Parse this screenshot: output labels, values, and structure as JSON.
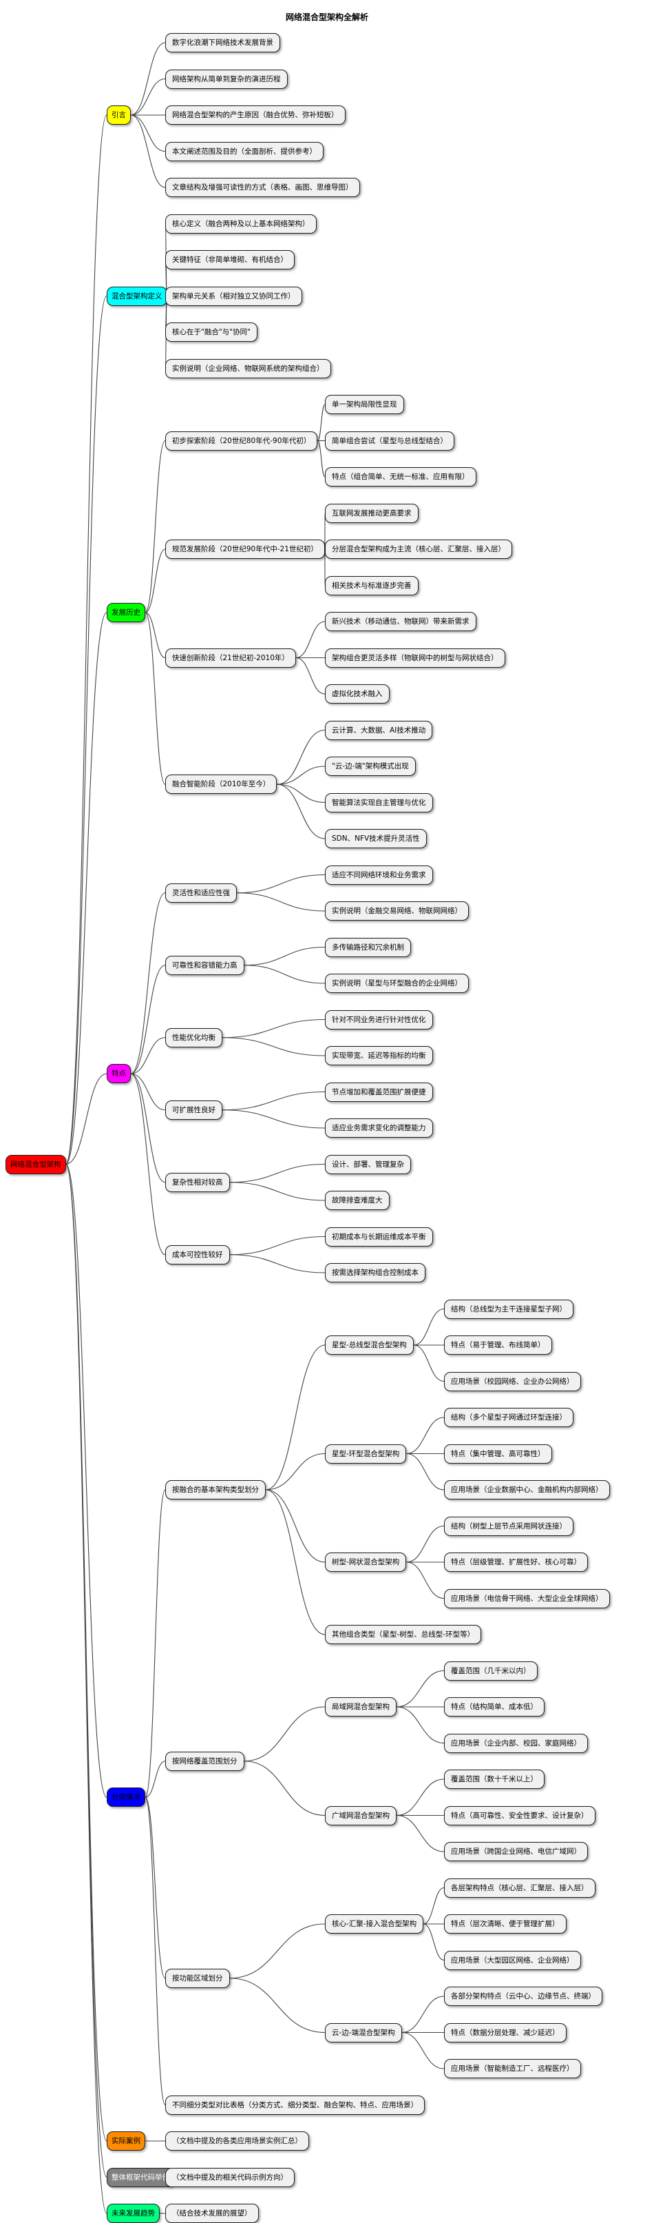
{
  "title": "网络混合型架构全解析",
  "root": {
    "label": "网络混合型架构",
    "color": "#ff0000"
  },
  "branches": [
    {
      "label": "引言",
      "color": "#ffff00",
      "children": [
        {
          "label": "数字化浪潮下网络技术发展背景"
        },
        {
          "label": "网络架构从简单到复杂的演进历程"
        },
        {
          "label": "网络混合型架构的产生原因（融合优势、弥补短板）"
        },
        {
          "label": "本文阐述范围及目的（全面剖析、提供参考）"
        },
        {
          "label": "文章结构及增强可读性的方式（表格、画图、思维导图）"
        }
      ]
    },
    {
      "label": "混合型架构定义",
      "color": "#00ffff",
      "children": [
        {
          "label": "核心定义（融合两种及以上基本网络架构）"
        },
        {
          "label": "关键特征（非简单堆砌、有机结合）"
        },
        {
          "label": "架构单元关系（相对独立又协同工作）"
        },
        {
          "label": "核心在于\"融合\"与\"协同\""
        },
        {
          "label": "实例说明（企业网络、物联网系统的架构组合）"
        }
      ]
    },
    {
      "label": "发展历史",
      "color": "#00ff00",
      "children": [
        {
          "label": "初步探索阶段（20世纪80年代-90年代初）",
          "children": [
            {
              "label": "单一架构局限性显现"
            },
            {
              "label": "简单组合尝试（星型与总线型结合）"
            },
            {
              "label": "特点（组合简单、无统一标准、应用有限）"
            }
          ]
        },
        {
          "label": "规范发展阶段（20世纪90年代中-21世纪初）",
          "children": [
            {
              "label": "互联网发展推动更高要求"
            },
            {
              "label": "分层混合型架构成为主流（核心层、汇聚层、接入层）"
            },
            {
              "label": "相关技术与标准逐步完善"
            }
          ]
        },
        {
          "label": "快速创新阶段（21世纪初-2010年）",
          "children": [
            {
              "label": "新兴技术（移动通信、物联网）带来新需求"
            },
            {
              "label": "架构组合更灵活多样（物联网中的树型与网状结合）"
            },
            {
              "label": "虚拟化技术融入"
            }
          ]
        },
        {
          "label": "融合智能阶段（2010年至今）",
          "children": [
            {
              "label": "云计算、大数据、AI技术推动"
            },
            {
              "label": "\"云-边-端\"架构模式出现"
            },
            {
              "label": "智能算法实现自主管理与优化"
            },
            {
              "label": "SDN、NFV技术提升灵活性"
            }
          ]
        }
      ]
    },
    {
      "label": "特点",
      "color": "#ff00ff",
      "children": [
        {
          "label": "灵活性和适应性强",
          "children": [
            {
              "label": "适应不同网络环境和业务需求"
            },
            {
              "label": "实例说明（金融交易网络、物联网网络）"
            }
          ]
        },
        {
          "label": "可靠性和容错能力高",
          "children": [
            {
              "label": "多传输路径和冗余机制"
            },
            {
              "label": "实例说明（星型与环型融合的企业网络）"
            }
          ]
        },
        {
          "label": "性能优化均衡",
          "children": [
            {
              "label": "针对不同业务进行针对性优化"
            },
            {
              "label": "实现带宽、延迟等指标的均衡"
            }
          ]
        },
        {
          "label": "可扩展性良好",
          "children": [
            {
              "label": "节点增加和覆盖范围扩展便捷"
            },
            {
              "label": "适应业务需求变化的调整能力"
            }
          ]
        },
        {
          "label": "复杂性相对较高",
          "children": [
            {
              "label": "设计、部署、管理复杂"
            },
            {
              "label": "故障排查难度大"
            }
          ]
        },
        {
          "label": "成本可控性较好",
          "children": [
            {
              "label": "初期成本与长期运维成本平衡"
            },
            {
              "label": "按需选择架构组合控制成本"
            }
          ]
        }
      ]
    },
    {
      "label": "分类情况",
      "color": "#0000ff",
      "children": [
        {
          "label": "按融合的基本架构类型划分",
          "children": [
            {
              "label": "星型-总线型混合型架构",
              "children": [
                {
                  "label": "结构（总线型为主干连接星型子网）"
                },
                {
                  "label": "特点（易于管理、布线简单）"
                },
                {
                  "label": "应用场景（校园网络、企业办公网络）"
                }
              ]
            },
            {
              "label": "星型-环型混合型架构",
              "children": [
                {
                  "label": "结构（多个星型子网通过环型连接）"
                },
                {
                  "label": "特点（集中管理、高可靠性）"
                },
                {
                  "label": "应用场景（企业数据中心、金融机构内部网络）"
                }
              ]
            },
            {
              "label": "树型-网状混合型架构",
              "children": [
                {
                  "label": "结构（树型上层节点采用网状连接）"
                },
                {
                  "label": "特点（层级管理、扩展性好、核心可靠）"
                },
                {
                  "label": "应用场景（电信骨干网络、大型企业全球网络）"
                }
              ]
            },
            {
              "label": "其他组合类型（星型-树型、总线型-环型等）"
            }
          ]
        },
        {
          "label": "按网络覆盖范围划分",
          "children": [
            {
              "label": "局域网混合型架构",
              "children": [
                {
                  "label": "覆盖范围（几千米以内）"
                },
                {
                  "label": "特点（结构简单、成本低）"
                },
                {
                  "label": "应用场景（企业内部、校园、家庭网络）"
                }
              ]
            },
            {
              "label": "广域网混合型架构",
              "children": [
                {
                  "label": "覆盖范围（数十千米以上）"
                },
                {
                  "label": "特点（高可靠性、安全性要求、设计复杂）"
                },
                {
                  "label": "应用场景（跨国企业网络、电信广域网）"
                }
              ]
            }
          ]
        },
        {
          "label": "按功能区域划分",
          "children": [
            {
              "label": "核心-汇聚-接入混合型架构",
              "children": [
                {
                  "label": "各层架构特点（核心层、汇聚层、接入层）"
                },
                {
                  "label": "特点（层次清晰、便于管理扩展）"
                },
                {
                  "label": "应用场景（大型园区网络、企业网络）"
                }
              ]
            },
            {
              "label": "云-边-端混合型架构",
              "children": [
                {
                  "label": "各部分架构特点（云中心、边缘节点、终端）"
                },
                {
                  "label": "特点（数据分层处理、减少延迟）"
                },
                {
                  "label": "应用场景（智能制造工厂、远程医疗）"
                }
              ]
            }
          ]
        },
        {
          "label": "不同细分类型对比表格（分类方式、细分类型、融合架构、特点、应用场景）"
        }
      ]
    },
    {
      "label": "实际案例",
      "color": "#ff8c00",
      "children": [
        {
          "label": "（文档中提及的各类应用场景实例汇总）"
        }
      ]
    },
    {
      "label": "整体框架代码举例",
      "color": "#808080",
      "children": [
        {
          "label": "（文档中提及的相关代码示例方向）"
        }
      ]
    },
    {
      "label": "未来发展趋势",
      "color": "#00ff7f",
      "children": [
        {
          "label": "（结合技术发展的展望）"
        }
      ]
    }
  ]
}
